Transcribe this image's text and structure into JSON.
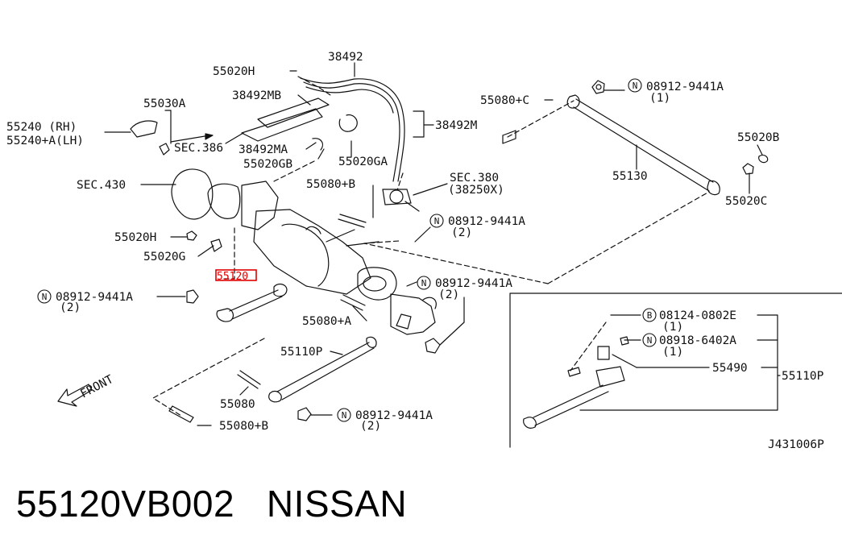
{
  "diagram_id": "J431006P",
  "highlight_color": "#e00000",
  "highlighted_part": "55120",
  "caption": {
    "part_number": "55120VB002",
    "brand": "NISSAN"
  },
  "labels": {
    "l_38492": "38492",
    "l_55020H_top": "55020H",
    "l_38492MB": "38492MB",
    "l_55030A": "55030A",
    "l_55240_rh": "55240  (RH)",
    "l_55240_lh": "55240+A(LH)",
    "l_sec386": "SEC.386",
    "l_38492MA": "38492MA",
    "l_55020GB": "55020GB",
    "l_55020GA": "55020GA",
    "l_38492M": "38492M",
    "l_55080C": "55080+C",
    "l_n08912_top": "08912-9441A",
    "l_n08912_top_qty": "(1)",
    "l_55020B": "55020B",
    "l_55130": "55130",
    "l_55020C": "55020C",
    "l_sec430": "SEC.430",
    "l_55080B_top": "55080+B",
    "l_sec380": "SEC.380",
    "l_sec380_sub": "(38250X)",
    "l_n08912_mid": "08912-9441A",
    "l_n08912_mid_qty": "(2)",
    "l_55020H_left": "55020H",
    "l_55020G": "55020G",
    "l_n08912_right": "08912-9441A",
    "l_n08912_right_qty": "(2)",
    "l_n08912_left": "08912-9441A",
    "l_n08912_left_qty": "(2)",
    "l_55080A": "55080+A",
    "l_55110P": "55110P",
    "l_55080": "55080",
    "l_55080B_bot": "55080+B",
    "l_n08912_bot": "08912-9441A",
    "l_n08912_bot_qty": "(2)",
    "l_front": "FRONT",
    "l_b08124": "08124-0802E",
    "l_b08124_qty": "(1)",
    "l_n08918": "08918-6402A",
    "l_n08918_qty": "(1)",
    "l_55490": "55490",
    "l_55110P_inset": "55110P",
    "circle_n": "N",
    "circle_b": "B"
  }
}
